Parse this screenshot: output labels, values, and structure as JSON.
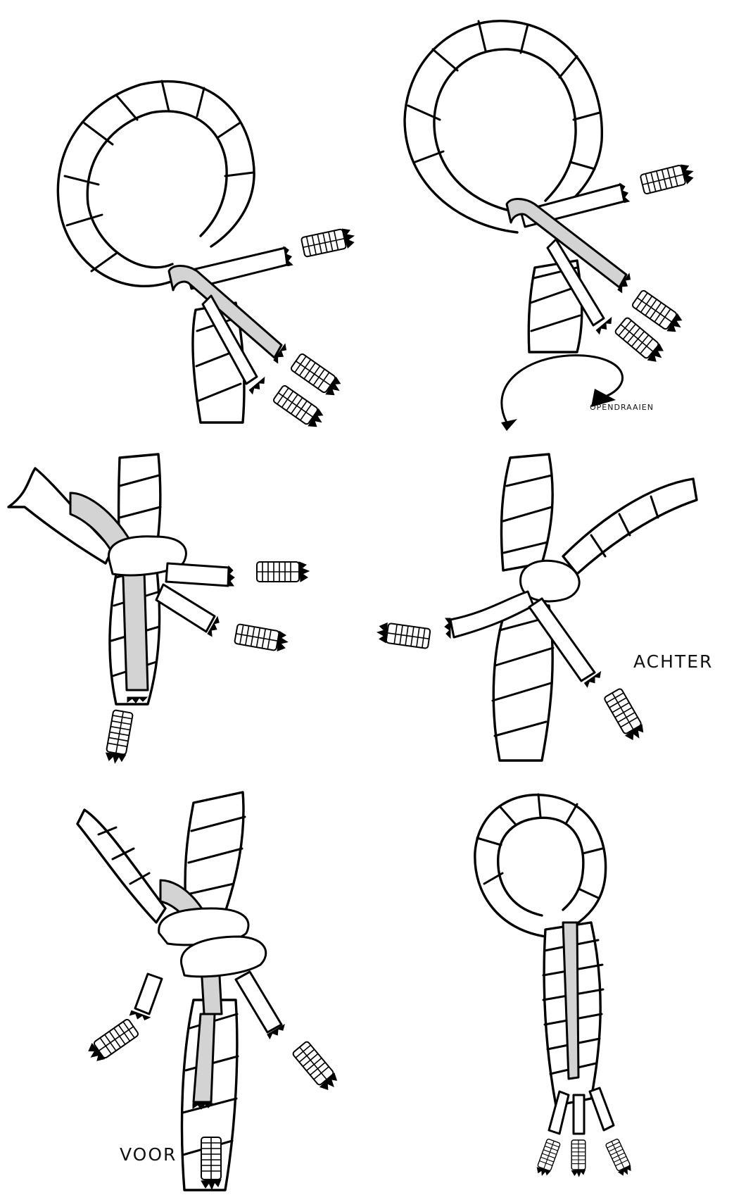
{
  "labels": {
    "opendraaien": "OPENDRAAIEN",
    "achter": "ACHTER",
    "voor": "VOOR"
  },
  "steps": [
    {
      "id": 1,
      "grey_strand": true
    },
    {
      "id": 2,
      "grey_strand": true,
      "arrow": true
    },
    {
      "id": 3,
      "grey_strand": true
    },
    {
      "id": 4,
      "grey_strand": false
    },
    {
      "id": 5,
      "grey_strand": true
    },
    {
      "id": 6,
      "grey_strand": true
    }
  ],
  "colors": {
    "line": "#000000",
    "rope_fill": "#ffffff",
    "highlight_strand": "#d3d3d3"
  }
}
